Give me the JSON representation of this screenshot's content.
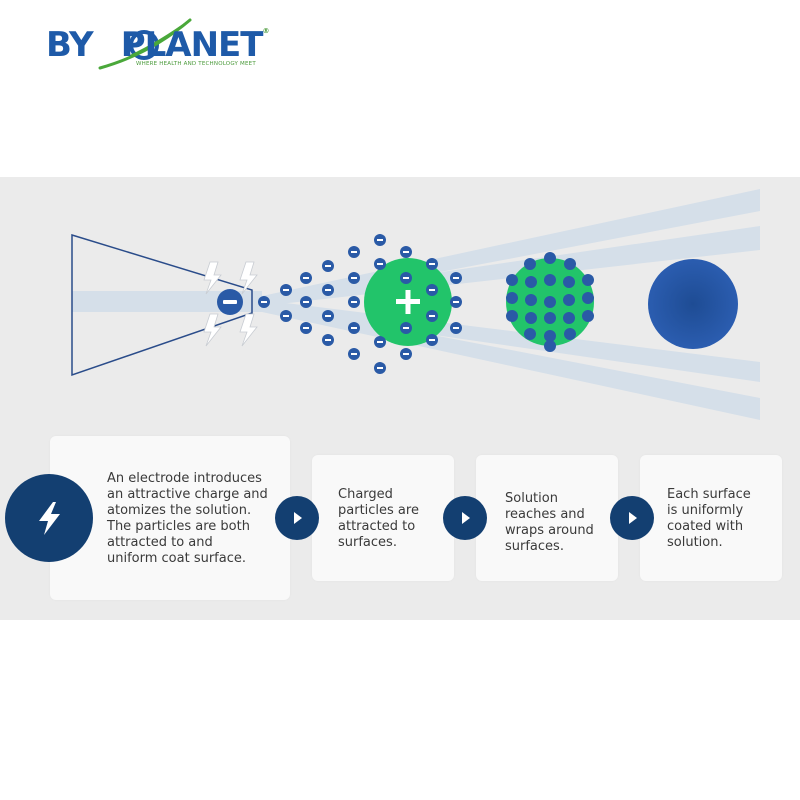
{
  "brand": {
    "name_left": "BY",
    "name_right": "PLANET",
    "tagline": "WHERE HEALTH AND TECHNOLOGY MEET",
    "registered": "®"
  },
  "colors": {
    "navy": "#133f71",
    "blue_particle": "#2a5aa6",
    "green": "#22c46a",
    "band": "#ebebeb",
    "card": "#f9f9f9"
  },
  "diagram": {
    "nozzle_icon": "minus-icon",
    "target_icon": "plus-icon"
  },
  "steps": [
    {
      "icon": "lightning-bolt-icon",
      "lines": [
        "An electrode introduces",
        "an attractive charge and",
        "atomizes the solution.",
        "The particles are both",
        "attracted to and",
        "uniform coat surface."
      ]
    },
    {
      "icon": "chevron-right-icon",
      "lines": [
        "Charged",
        "particles are",
        "attracted to",
        "surfaces."
      ]
    },
    {
      "icon": "chevron-right-icon",
      "lines": [
        "Solution",
        "reaches and",
        "wraps around",
        "surfaces."
      ]
    },
    {
      "icon": "chevron-right-icon",
      "lines": [
        "Each surface",
        "is uniformly",
        "coated with",
        "solution."
      ]
    }
  ]
}
